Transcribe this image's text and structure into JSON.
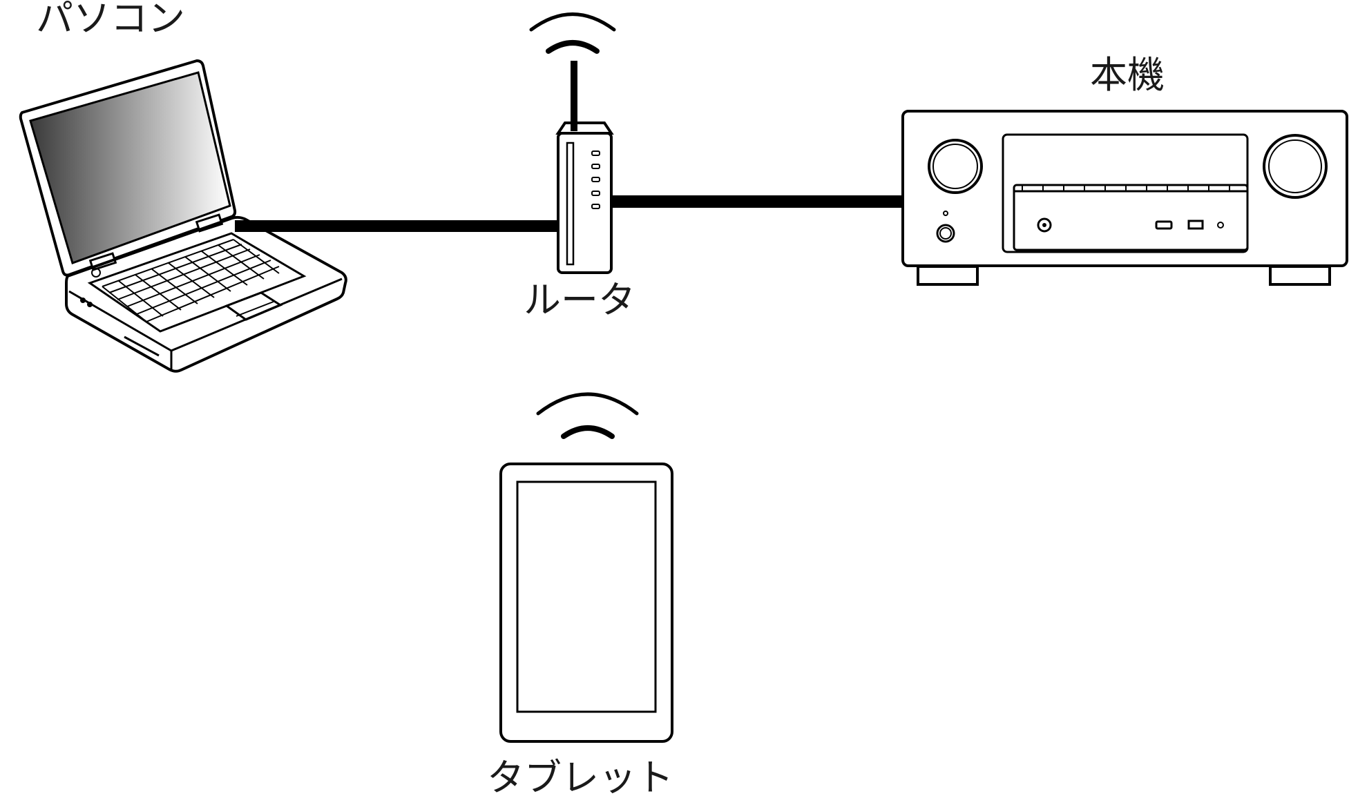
{
  "labels": {
    "pc": "パソコン",
    "router": "ルータ",
    "unit": "本機",
    "tablet": "タブレット"
  },
  "colors": {
    "ink": "#000000",
    "background": "#ffffff"
  },
  "icons": {
    "pc": "laptop-icon",
    "router": "wireless-router-icon",
    "unit": "av-receiver-icon",
    "tablet": "tablet-icon",
    "wifi": "wifi-waves-icon"
  }
}
